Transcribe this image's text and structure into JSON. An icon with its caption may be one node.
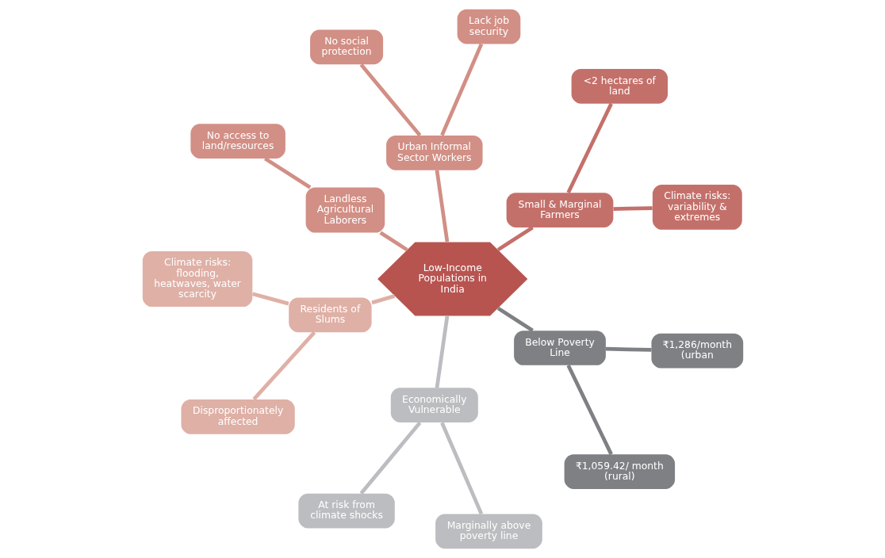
{
  "diagram": {
    "nodes": [
      {
        "text": [
          "Low-Income Populations in India"
        ]
      },
      {
        "text": [
          "Small & Marginal Farmers"
        ]
      },
      {
        "text": [
          "Climate risks: variability & extremes"
        ]
      },
      {
        "text": [
          "<2 hectares of land"
        ]
      },
      {
        "text": [
          "Urban Informal Sector Workers"
        ]
      },
      {
        "text": [
          "Lack job security"
        ]
      },
      {
        "text": [
          "No social protection"
        ]
      },
      {
        "text": [
          "Landless Agricultural Laborers"
        ]
      },
      {
        "text": [
          "No access to land/resources"
        ]
      },
      {
        "text": [
          "Residents of Slums"
        ]
      },
      {
        "text": [
          "Climate risks: flooding, heatwaves, water scarcity"
        ]
      },
      {
        "text": [
          "Disproportionately affected"
        ]
      },
      {
        "text": [
          "Economically Vulnerable"
        ]
      },
      {
        "text": [
          "At risk from climate shocks"
        ]
      },
      {
        "text": [
          "Marginally above poverty line"
        ]
      },
      {
        "text": [
          "Below Poverty Line"
        ]
      },
      {
        "text": [
          "₹1,059.42/ month (rural)"
        ]
      },
      {
        "text": [
          "₹1,286/month (urban"
        ]
      }
    ],
    "edges": [
      {
        "from": 0,
        "to": 1,
        "arrow": "none",
        "color": "#c4706a"
      },
      {
        "from": 1,
        "to": 2,
        "arrow": "none",
        "color": "#c4706a"
      },
      {
        "from": 1,
        "to": 3,
        "arrow": "none",
        "color": "#c4706a"
      },
      {
        "from": 0,
        "to": 4,
        "arrow": "none",
        "color": "#d28f85"
      },
      {
        "from": 4,
        "to": 5,
        "arrow": "none",
        "color": "#d28f85"
      },
      {
        "from": 4,
        "to": 6,
        "arrow": "none",
        "color": "#d28f85"
      },
      {
        "from": 0,
        "to": 7,
        "arrow": "none",
        "color": "#d28f85"
      },
      {
        "from": 7,
        "to": 8,
        "arrow": "none",
        "color": "#d28f85"
      },
      {
        "from": 0,
        "to": 9,
        "arrow": "none",
        "color": "#dfb0a6"
      },
      {
        "from": 9,
        "to": 10,
        "arrow": "none",
        "color": "#dfb0a6"
      },
      {
        "from": 9,
        "to": 11,
        "arrow": "none",
        "color": "#dfb0a6"
      },
      {
        "from": 0,
        "to": 12,
        "arrow": "none",
        "color": "#bcbdc0"
      },
      {
        "from": 12,
        "to": 13,
        "arrow": "none",
        "color": "#bcbdc0"
      },
      {
        "from": 12,
        "to": 14,
        "arrow": "none",
        "color": "#bcbdc0"
      },
      {
        "from": 0,
        "to": 15,
        "arrow": "none",
        "color": "#7f8084"
      },
      {
        "from": 15,
        "to": 16,
        "arrow": "none",
        "color": "#7f8084"
      },
      {
        "from": 15,
        "to": 17,
        "arrow": "none",
        "color": "#7f8084"
      }
    ]
  }
}
